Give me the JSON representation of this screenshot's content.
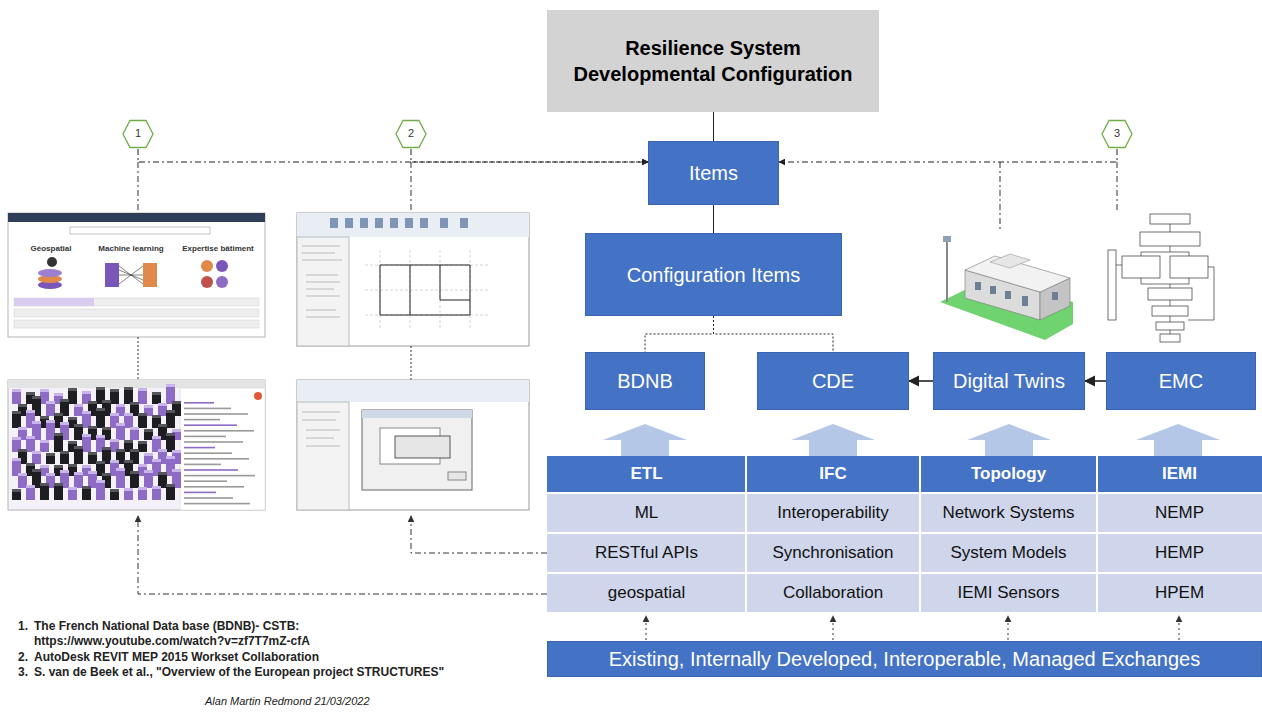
{
  "diagram": {
    "nodes": [
      {
        "text": [
          "Resilience System Developmental Configuration"
        ]
      },
      {
        "text": [
          "1"
        ]
      },
      {
        "text": [
          "2"
        ]
      },
      {
        "text": [
          "Items"
        ]
      },
      {
        "text": [
          "3"
        ]
      },
      {
        "text": [
          "Configuration Items"
        ]
      },
      {
        "text": [
          "BDNB"
        ]
      },
      {
        "text": [
          "CDE"
        ]
      },
      {
        "text": [
          "Digital Twins"
        ]
      },
      {
        "text": [
          "EMC"
        ]
      },
      {
        "text": [
          "Existing, Internally Developed, Interoperable, Managed Exchanges"
        ]
      }
    ],
    "edges": [
      {
        "from": 0,
        "to": 3,
        "arrow": "none"
      },
      {
        "from": 1,
        "to": 3,
        "arrow": "to"
      },
      {
        "from": 2,
        "to": 3,
        "arrow": "to"
      },
      {
        "from": 4,
        "to": 3,
        "arrow": "to"
      },
      {
        "from": 3,
        "to": 5,
        "arrow": "none"
      },
      {
        "from": 5,
        "to": 6,
        "arrow": "none"
      },
      {
        "from": 5,
        "to": 7,
        "arrow": "none"
      },
      {
        "from": 8,
        "to": 7,
        "arrow": "to"
      },
      {
        "from": 9,
        "to": 8,
        "arrow": "to"
      }
    ],
    "labels": [
      "ETL",
      "IFC",
      "Topology",
      "IEMI",
      "ML",
      "Interoperability",
      "Network Systems",
      "NEMP",
      "RESTful APIs",
      "Synchronisation",
      "System Models",
      "HEMP",
      "geospatial",
      "Collaboration",
      "IEMI Sensors",
      "HPEM",
      "1.",
      "The French National Data base (BDNB)- CSTB: https://www.youtube.com/watch?v=zf7T7mZ-cfA",
      "2.",
      "AutoDesk REVIT MEP 2015 Workset Collaboration",
      "3.",
      "S. van de Beek et al., \"Overview of the European project STRUCTURES\"",
      "Alan Martin Redmond 21/03/2022",
      "Géospatial",
      "Machine learning",
      "Expertise bâtiment"
    ]
  }
}
